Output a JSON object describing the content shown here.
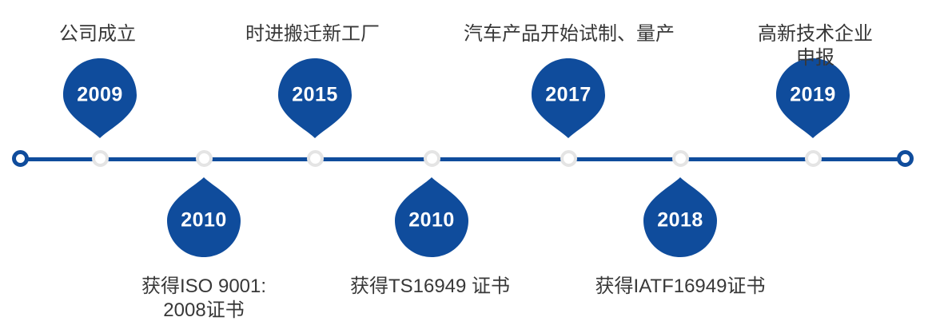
{
  "colors": {
    "accent": "#0f4c9c",
    "ring": "#e4e4e4",
    "text": "#383838",
    "yearText": "#ffffff",
    "background": "#ffffff"
  },
  "timeline": {
    "events": [
      {
        "year": "2009",
        "label": "公司成立",
        "position": "above"
      },
      {
        "year": "2010",
        "label": "获得ISO 9001:\n2008证书",
        "position": "below"
      },
      {
        "year": "2015",
        "label": "时进搬迁新工厂",
        "position": "above"
      },
      {
        "year": "2010",
        "label": "获得TS16949 证书",
        "position": "below"
      },
      {
        "year": "2017",
        "label": "汽车产品开始试制、量产",
        "position": "above"
      },
      {
        "year": "2018",
        "label": "获得IATF16949证书",
        "position": "below"
      },
      {
        "year": "2019",
        "label": "高新技术企业申报",
        "position": "above"
      }
    ]
  }
}
